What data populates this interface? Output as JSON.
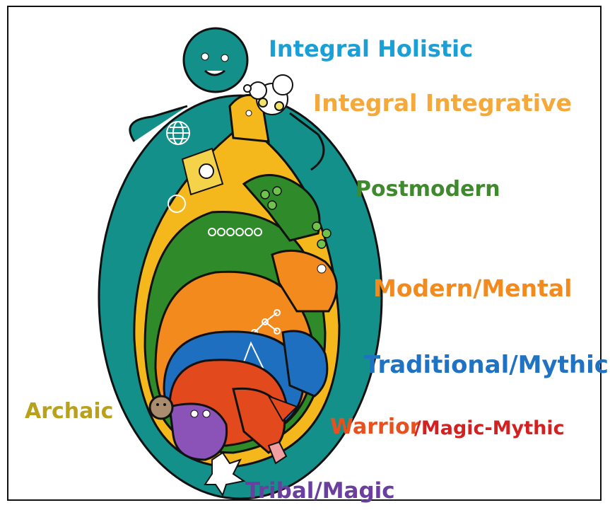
{
  "labels": {
    "integral_holistic": "Integral Holistic",
    "integral_integrative": "Integral Integrative",
    "postmodern": "Postmodern",
    "modern_mental": "Modern/Mental",
    "traditional_mythic": "Traditional/Mythic",
    "warrior": "Warrior",
    "magic_mythic": "/Magic-Mythic",
    "archaic": "Archaic",
    "tribal_magic": "Tribal/Magic"
  },
  "colors": {
    "integral_holistic": "#1a9fd6",
    "integral_integrative": "#f5a93a",
    "postmodern": "#3f8a2c",
    "modern_mental": "#f28a1e",
    "traditional_mythic": "#1f73c2",
    "warrior": "#e8501e",
    "magic_mythic": "#d32121",
    "archaic": "#b9a11a",
    "tribal_magic": "#6b3fa0"
  }
}
